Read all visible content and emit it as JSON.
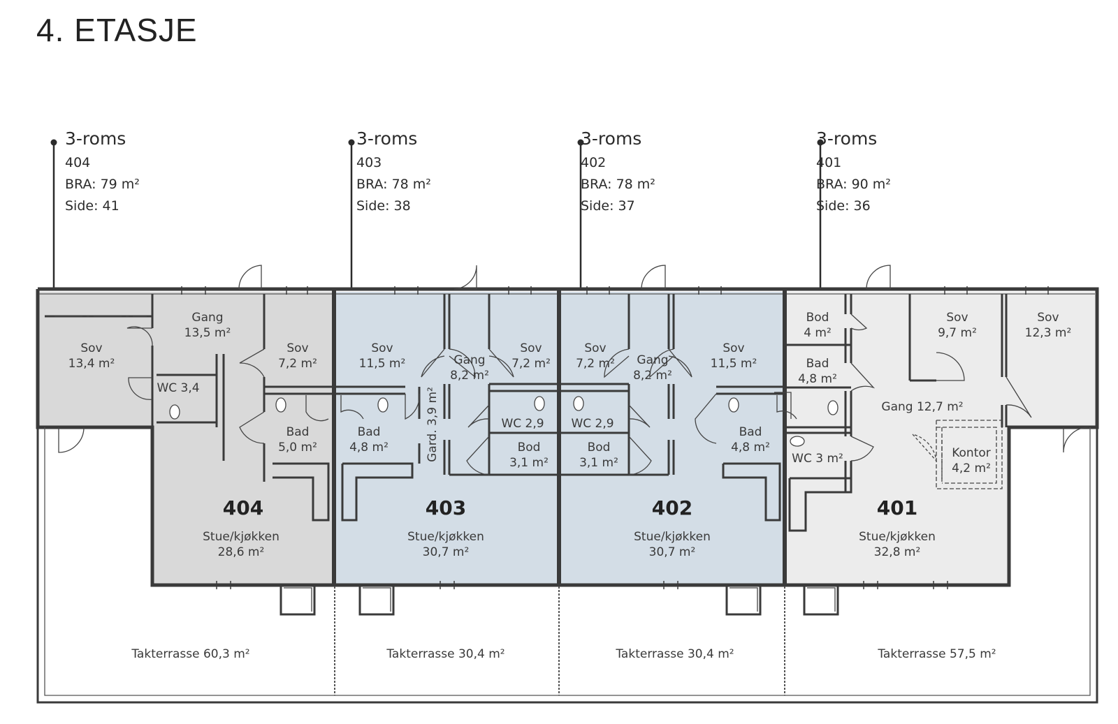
{
  "title": "4. ETASJE",
  "units": [
    {
      "id": "404",
      "type": "3-roms",
      "number": "404",
      "bra": "BRA: 79 m²",
      "side": "Side: 41",
      "living_name": "Stue/kjøkken",
      "living_area": "28,6 m²",
      "terrace": "Takterrasse 60,3 m²"
    },
    {
      "id": "403",
      "type": "3-roms",
      "number": "403",
      "bra": "BRA: 78 m²",
      "side": "Side: 38",
      "living_name": "Stue/kjøkken",
      "living_area": "30,7 m²",
      "terrace": "Takterrasse 30,4 m²"
    },
    {
      "id": "402",
      "type": "3-roms",
      "number": "402",
      "bra": "BRA: 78 m²",
      "side": "Side: 37",
      "living_name": "Stue/kjøkken",
      "living_area": "30,7 m²",
      "terrace": "Takterrasse 30,4 m²"
    },
    {
      "id": "401",
      "type": "3-roms",
      "number": "401",
      "bra": "BRA: 90 m²",
      "side": "Side: 36",
      "living_name": "Stue/kjøkken",
      "living_area": "32,8 m²",
      "terrace": "Takterrasse 57,5 m²"
    }
  ],
  "rooms": {
    "u404": {
      "sov1": "Sov",
      "sov1_area": "13,4 m²",
      "gang": "Gang",
      "gang_area": "13,5 m²",
      "sov2": "Sov",
      "sov2_area": "7,2 m²",
      "wc": "WC 3,4",
      "bad": "Bad",
      "bad_area": "5,0 m²"
    },
    "u403": {
      "sov1": "Sov",
      "sov1_area": "11,5 m²",
      "gang": "Gang",
      "gang_area": "8,2 m²",
      "sov2": "Sov",
      "sov2_area": "7,2 m²",
      "bad": "Bad",
      "bad_area": "4,8 m²",
      "gard": "Gard. 3,9 m²",
      "wc": "WC 2,9",
      "bod": "Bod",
      "bod_area": "3,1 m²"
    },
    "u402": {
      "sov1": "Sov",
      "sov1_area": "7,2 m²",
      "gang": "Gang",
      "gang_area": "8,2 m²",
      "sov2": "Sov",
      "sov2_area": "11,5 m²",
      "wc": "WC 2,9",
      "bod": "Bod",
      "bod_area": "3,1 m²",
      "bad": "Bad",
      "bad_area": "4,8 m²"
    },
    "u401": {
      "bod": "Bod",
      "bod_area": "4 m²",
      "sov1": "Sov",
      "sov1_area": "9,7 m²",
      "sov2": "Sov",
      "sov2_area": "12,3 m²",
      "bad": "Bad",
      "bad_area": "4,8 m²",
      "gang": "Gang 12,7 m²",
      "wc": "WC 3 m²",
      "kontor": "Kontor",
      "kontor_area": "4,2 m²"
    }
  },
  "colors": {
    "unit_404": "#d9d9d9",
    "unit_403": "#d3dde6",
    "unit_402": "#d3dde6",
    "unit_401": "#ececec",
    "wall": "#3a3a3a"
  }
}
